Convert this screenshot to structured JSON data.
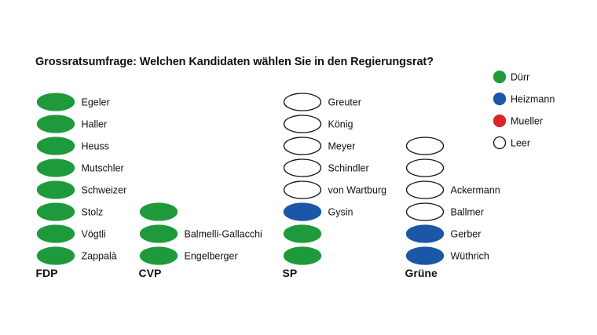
{
  "chart_data": {
    "type": "dot-matrix",
    "title": "Grossratsumfrage: Welchen Kandidaten wählen Sie in den Regierungsrat?",
    "legend": {
      "placement": "top-right",
      "items": [
        {
          "key": "duerr",
          "label": "Dürr",
          "color": "#1e9a3c"
        },
        {
          "key": "heizmann",
          "label": "Heizmann",
          "color": "#1a57a6"
        },
        {
          "key": "mueller",
          "label": "Mueller",
          "color": "#d9232d"
        },
        {
          "key": "leer",
          "label": "Leer",
          "color": "#ffffff"
        }
      ]
    },
    "groups": [
      {
        "party": "FDP",
        "members": [
          {
            "name": "Egeler",
            "choice": "duerr"
          },
          {
            "name": "Haller",
            "choice": "duerr"
          },
          {
            "name": "Heuss",
            "choice": "duerr"
          },
          {
            "name": "Mutschler",
            "choice": "duerr"
          },
          {
            "name": "Schweizer",
            "choice": "duerr"
          },
          {
            "name": "Stolz",
            "choice": "duerr"
          },
          {
            "name": "Vögtli",
            "choice": "duerr"
          },
          {
            "name": "Zappalà",
            "choice": "duerr"
          }
        ]
      },
      {
        "party": "CVP",
        "members": [
          {
            "name": "",
            "choice": "duerr"
          },
          {
            "name": "Balmelli-Gallacchi",
            "choice": "duerr"
          },
          {
            "name": "Engelberger",
            "choice": "duerr"
          }
        ]
      },
      {
        "party": "SP",
        "members": [
          {
            "name": "Greuter",
            "choice": "leer"
          },
          {
            "name": "König",
            "choice": "leer"
          },
          {
            "name": "Meyer",
            "choice": "leer"
          },
          {
            "name": "Schindler",
            "choice": "leer"
          },
          {
            "name": "von Wartburg",
            "choice": "leer"
          },
          {
            "name": "Gysin",
            "choice": "heizmann"
          },
          {
            "name": "",
            "choice": "duerr"
          },
          {
            "name": "",
            "choice": "duerr"
          }
        ]
      },
      {
        "party": "Grüne",
        "members": [
          {
            "name": "",
            "choice": "leer"
          },
          {
            "name": "",
            "choice": "leer"
          },
          {
            "name": "Ackermann",
            "choice": "leer"
          },
          {
            "name": "Ballmer",
            "choice": "leer"
          },
          {
            "name": "Gerber",
            "choice": "heizmann"
          },
          {
            "name": "Wüthrich",
            "choice": "heizmann"
          }
        ]
      }
    ]
  }
}
